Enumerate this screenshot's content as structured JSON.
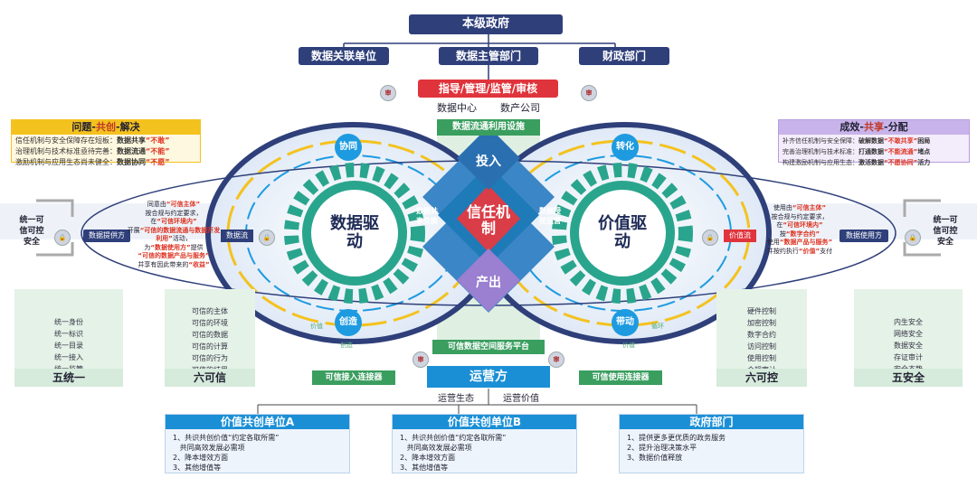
{
  "top": {
    "gov": "本级政府",
    "assoc": "数据关联单位",
    "mgmt": "数据主管部门",
    "finance": "财政部门",
    "guide": "指导/管理/监管/审核",
    "center": "数据中心",
    "company": "数产公司",
    "facility": "数据流通利用设施"
  },
  "left_panel": {
    "title_pre": "问题-",
    "title_key": "共创",
    "title_post": "-解决",
    "rows": [
      {
        "text": "信任机制与安全保障存在短板：",
        "bold": "数据共享",
        "quote": "“不敢”"
      },
      {
        "text": "治理机制与技术标准亟待完善：",
        "bold": "数据流通",
        "quote": "“不能”"
      },
      {
        "text": "激励机制与应用生态尚未健全：",
        "bold": "数据协同",
        "quote": "“不愿”"
      }
    ]
  },
  "right_panel": {
    "title_pre": "成效-",
    "title_key": "共享",
    "title_post": "-分配",
    "rows": [
      {
        "text": "补齐信任机制与安全保障：",
        "bold": "破解数据",
        "quote": "“不敢共享”",
        "tail": "困局"
      },
      {
        "text": "完善治理机制与技术标准：",
        "bold": "打通数据",
        "quote": "“不能流通”",
        "tail": "堵点"
      },
      {
        "text": "构建激励机制与应用生态：",
        "bold": "激活数据",
        "quote": "“不愿协同”",
        "tail": "活力"
      }
    ]
  },
  "left_side": {
    "unify": "统一可信可控安全",
    "provider": "数据提供方",
    "flow": "数据流",
    "desc": [
      "同意由",
      "“可信主体”",
      "按合规与约定要求，",
      "在",
      "“可信环境内”",
      "开展",
      "“可信的数据流通与数据开发利用”",
      "活动，",
      "为",
      "“数据使用方”",
      "提供",
      "“可信的数据产品与服务”",
      "并享有因此带来的",
      "“收益”"
    ]
  },
  "right_side": {
    "unify": "统一可信可控安全",
    "user": "数据使用方",
    "flow": "价值流",
    "desc": [
      "使用由",
      "“可信主体”",
      "按合规与约定要求，",
      "在",
      "“可信环境内”",
      "按",
      "“数字合约”",
      "使用",
      "“数据产品与服务”",
      "并按约执行",
      "“价值”",
      "支付"
    ]
  },
  "center": {
    "data_drive": "数据驱动",
    "value_drive": "价值驱动",
    "trust": "信任机制",
    "input": "投入",
    "output": "产出",
    "share": "数据共享交换",
    "auth": "数据授权运营",
    "cooperate": "协同",
    "create": "创造",
    "transform": "转化",
    "lead": "带动",
    "value_small": "价值",
    "create_small": "创造",
    "circulation": "循环",
    "value2": "价值"
  },
  "bottom_cols": {
    "five_unify": {
      "items": [
        "统一身份",
        "统一标识",
        "统一目录",
        "统一接入",
        "统一监管"
      ],
      "label": "五统一"
    },
    "six_trust": {
      "items": [
        "可信的主体",
        "可信的环境",
        "可信的数据",
        "可信的计算",
        "可信的行为",
        "可信的结果"
      ],
      "label": "六可信"
    },
    "six_control": {
      "items": [
        "硬件控制",
        "加密控制",
        "数字合约",
        "访问控制",
        "使用控制",
        "合规审计"
      ],
      "label": "六可控"
    },
    "five_safe": {
      "items": [
        "内生安全",
        "网络安全",
        "数据安全",
        "存证审计",
        "安全态势"
      ],
      "label": "五安全"
    }
  },
  "platform": "可信数据空间服务平台",
  "access_conn": "可信接入连接器",
  "use_conn": "可信使用连接器",
  "operator": "运营方",
  "eco": "运营生态",
  "opvalue": "运营价值",
  "seal": "审",
  "units": [
    {
      "title": "价值共创单位A",
      "items": [
        "1、共识共创价值“约定各取所需”",
        "   共同高效发展必需项",
        "2、降本增效方面",
        "3、其他增值等"
      ]
    },
    {
      "title": "价值共创单位B",
      "items": [
        "1、共识共创价值“约定各取所需”",
        "   共同高效发展必需项",
        "2、降本增效方面",
        "3、其他增值等"
      ]
    },
    {
      "title": "政府部门",
      "items": [
        "1、提供更多更优质的政务服务",
        "2、提升治理决策水平",
        "3、数据价值释放"
      ]
    }
  ]
}
